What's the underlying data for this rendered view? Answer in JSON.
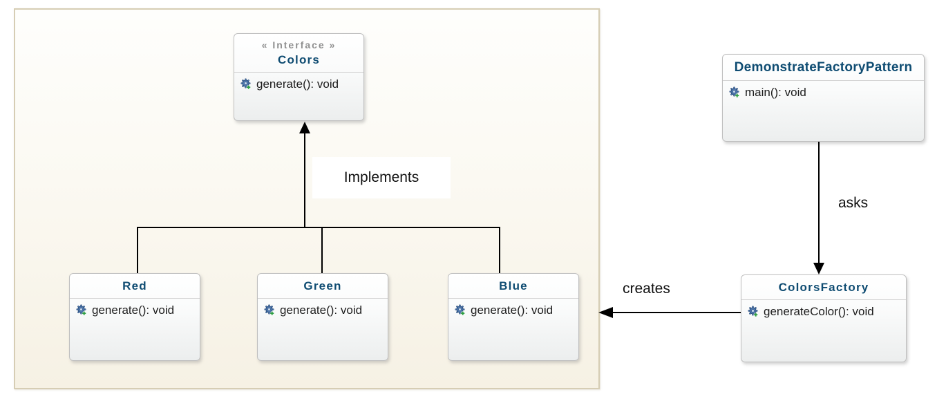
{
  "classes": [
    {
      "name": "Colors",
      "stereotype": "« Interface »",
      "method": "generate(): void"
    },
    {
      "name": "Red",
      "method": "generate(): void"
    },
    {
      "name": "Green",
      "method": "generate(): void"
    },
    {
      "name": "Blue",
      "method": "generate(): void"
    },
    {
      "name": "DemonstrateFactoryPattern",
      "method": "main(): void"
    },
    {
      "name": "ColorsFactory",
      "method": "generateColor(): void"
    }
  ],
  "relationships": [
    {
      "label": "Implements",
      "type": "realization",
      "from": [
        "Red",
        "Green",
        "Blue"
      ],
      "to": "Colors"
    },
    {
      "label": "asks",
      "type": "association",
      "from": "DemonstrateFactoryPattern",
      "to": "ColorsFactory"
    },
    {
      "label": "creates",
      "type": "association",
      "from": "ColorsFactory",
      "to": "Blue"
    }
  ],
  "icons": {
    "method": "gear-plus-icon"
  },
  "colors": {
    "class_title": "#0f4c72",
    "stereotype_gray": "#8f8f8f",
    "panel_background": "#f6f1e4",
    "panel_border": "#d6cdb4",
    "box_border": "#bfbfbf",
    "box_body_gray": "#eceeee",
    "arrow_black": "#000000",
    "gear_blue": "#4f79b0",
    "plus_green": "#2f9e44"
  }
}
